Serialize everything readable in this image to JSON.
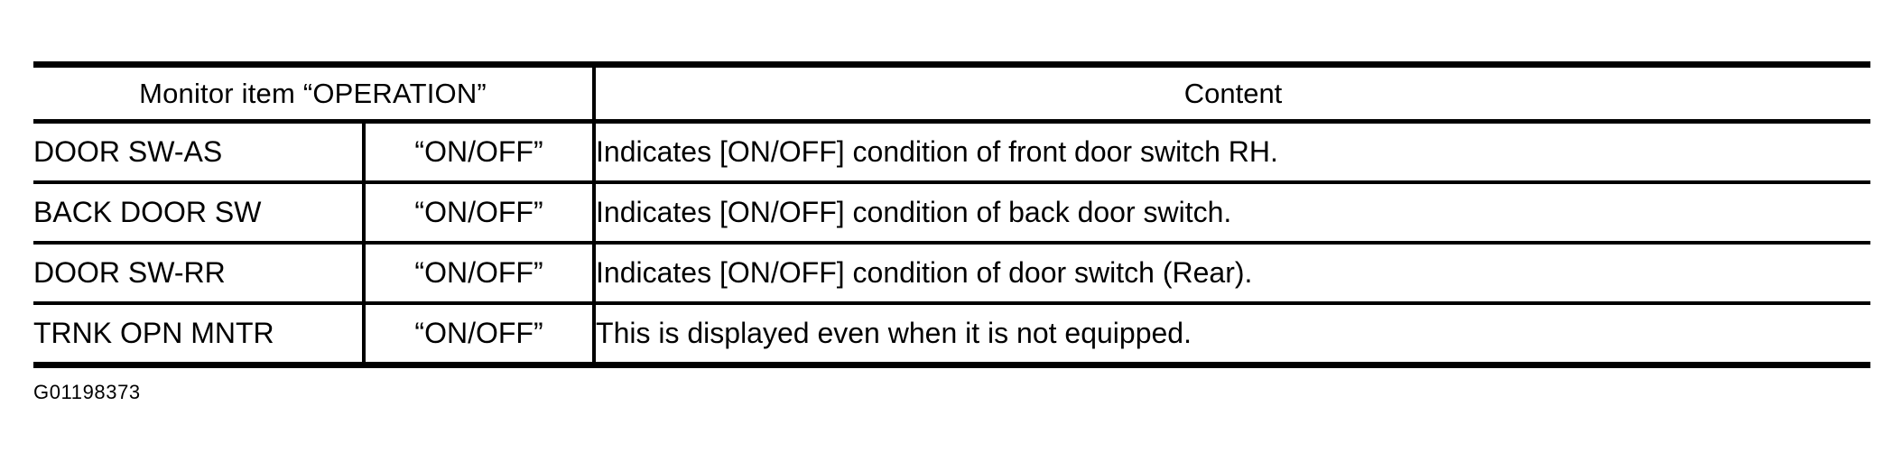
{
  "document": {
    "figure_code": "G01198373"
  },
  "table": {
    "headers": {
      "left_span": "Monitor item “OPERATION”",
      "content": "Content"
    },
    "columns": [
      "Monitor item “OPERATION”",
      "",
      "Content"
    ],
    "rows": [
      {
        "item": "DOOR SW-AS",
        "value": "“ON/OFF”",
        "content": "Indicates [ON/OFF] condition of front door switch RH."
      },
      {
        "item": "BACK DOOR SW",
        "value": "“ON/OFF”",
        "content": "Indicates [ON/OFF] condition of back door switch."
      },
      {
        "item": "DOOR SW-RR",
        "value": "“ON/OFF”",
        "content": "Indicates [ON/OFF] condition of door switch (Rear)."
      },
      {
        "item": "TRNK OPN MNTR",
        "value": "“ON/OFF”",
        "content": "This is displayed even when it is not equipped."
      }
    ]
  },
  "colors": {
    "ink": "#000000",
    "paper": "#ffffff"
  }
}
